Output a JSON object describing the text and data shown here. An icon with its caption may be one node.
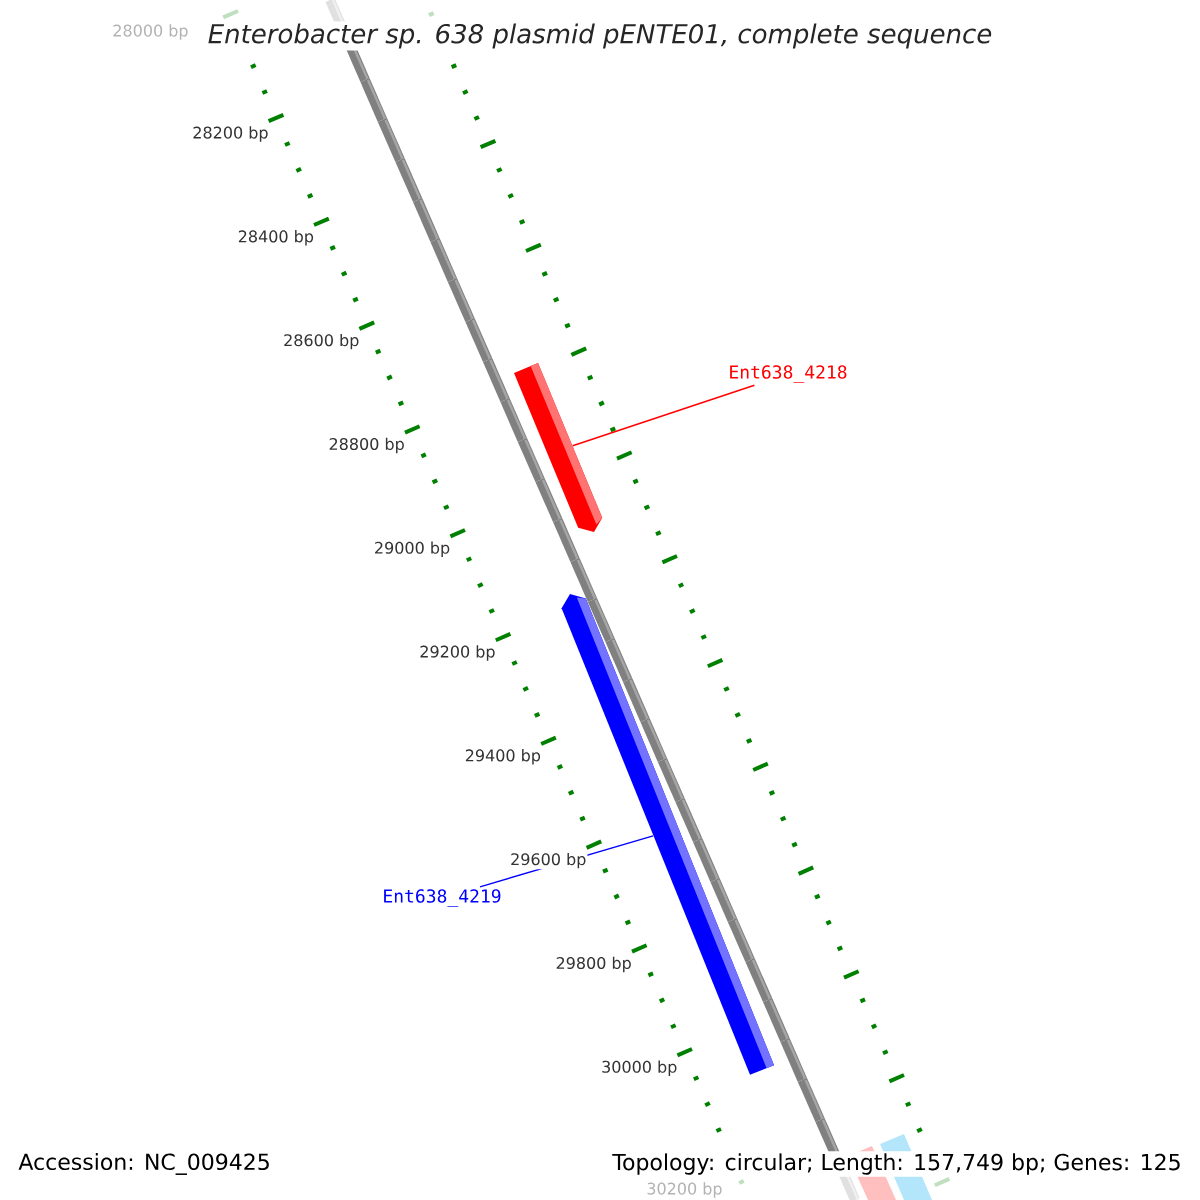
{
  "diagram": {
    "title": "Enterobacter sp. 638 plasmid pENTE01, complete sequence",
    "nodes": [
      {
        "text": [
          "Ent638_4218"
        ]
      },
      {
        "text": [],
        "shape": "bar"
      },
      {
        "text": [
          "Ent638_4219"
        ]
      },
      {
        "text": [],
        "shape": "bar"
      }
    ],
    "edges": [
      {
        "from": 0,
        "to": 1,
        "arrow": "none",
        "color": "#ff0000"
      },
      {
        "from": 2,
        "to": 3,
        "arrow": "none",
        "color": "#0000ff"
      }
    ],
    "labels": [
      "28000 bp",
      "28200 bp",
      "28400 bp",
      "28600 bp",
      "28800 bp",
      "29000 bp",
      "29200 bp",
      "29400 bp",
      "29600 bp",
      "29800 bp",
      "30000 bp",
      "30200 bp",
      "Accession: NC_009425",
      "Topology: circular; Length: 157,749 bp; Genes: 125"
    ]
  }
}
